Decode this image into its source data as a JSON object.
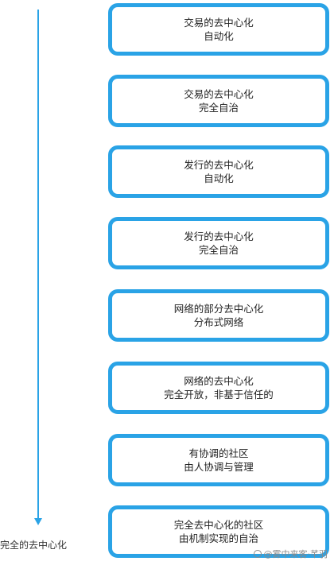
{
  "arrow": {
    "label": "完全的去中心化"
  },
  "stages": [
    {
      "line1": "交易的去中心化",
      "line2": "自动化"
    },
    {
      "line1": "交易的去中心化",
      "line2": "完全自治"
    },
    {
      "line1": "发行的去中心化",
      "line2": "自动化"
    },
    {
      "line1": "发行的去中心化",
      "line2": "完全自治"
    },
    {
      "line1": "网络的部分去中心化",
      "line2": "分布式网络"
    },
    {
      "line1": "网络的去中心化",
      "line2": "完全开放，非基于信任的"
    },
    {
      "line1": "有协调的社区",
      "line2": "由人协调与管理"
    },
    {
      "line1": "完全去中心化的社区",
      "line2": "由机制实现的自治"
    }
  ],
  "watermark": {
    "text": "@雾中来客·芊羽"
  },
  "colors": {
    "accent": "#2aa3e6"
  }
}
